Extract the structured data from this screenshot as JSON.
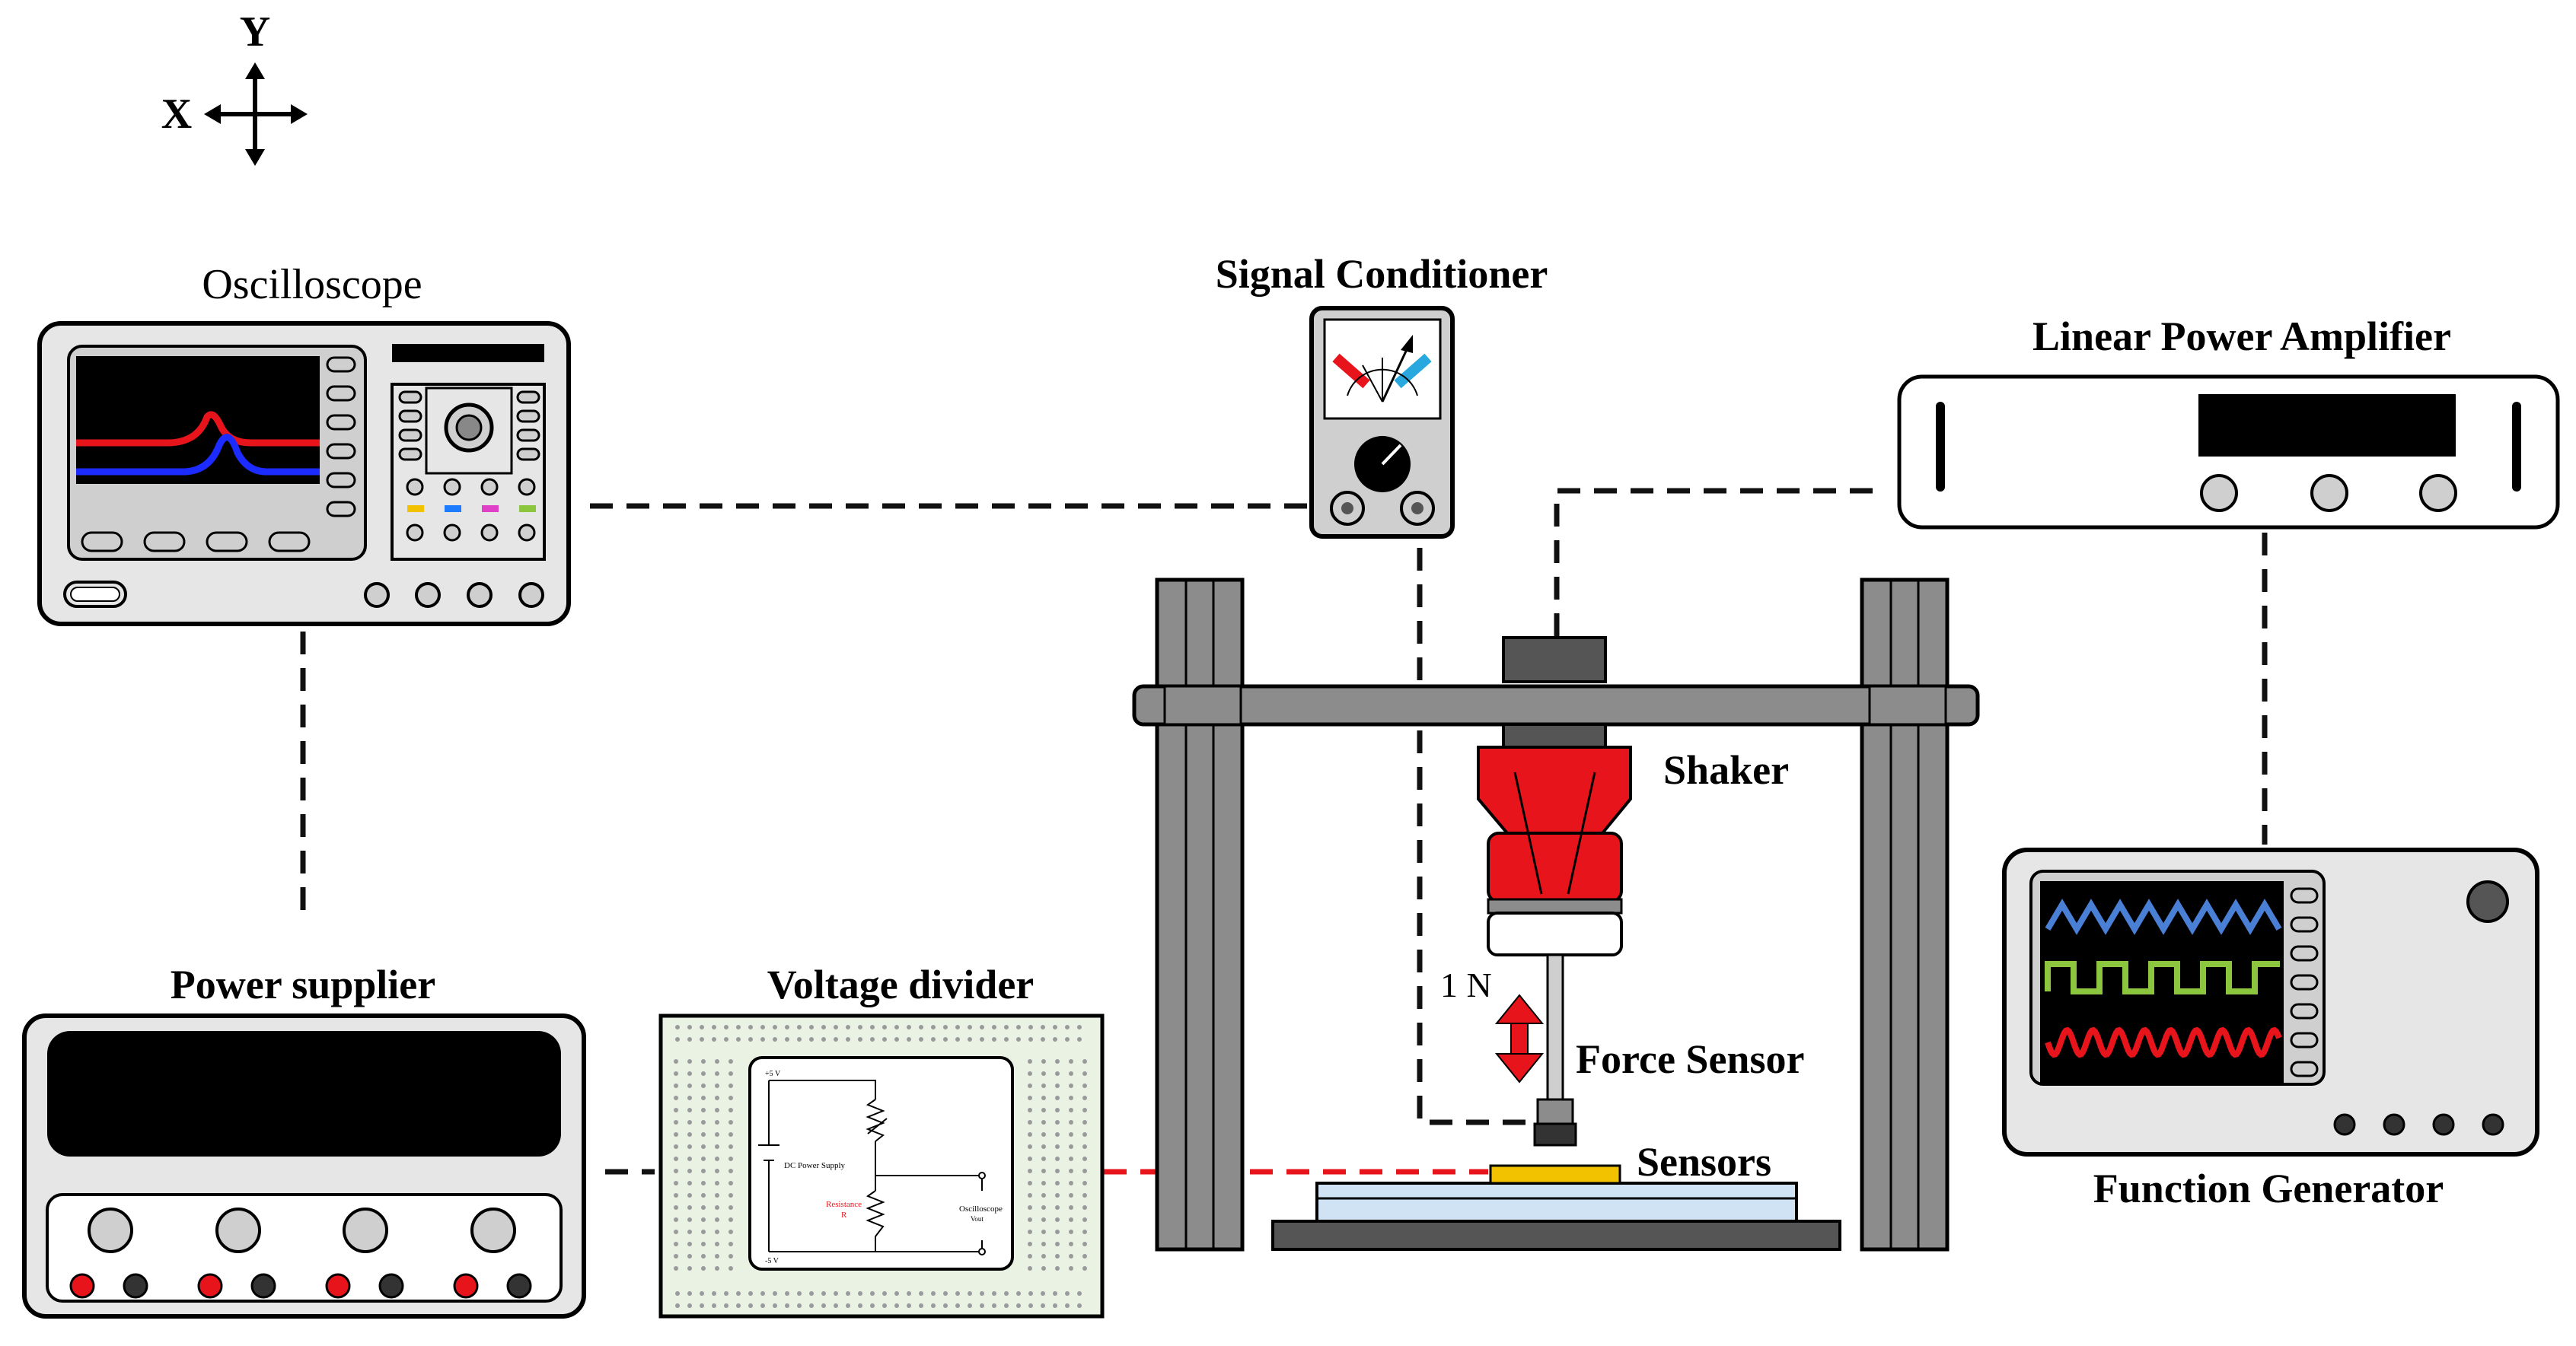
{
  "axes": {
    "y": "Y",
    "x": "X"
  },
  "labels": {
    "oscilloscope": "Oscilloscope",
    "signal_conditioner": "Signal Conditioner",
    "linear_power_amplifier": "Linear Power Amplifier",
    "shaker": "Shaker",
    "force_sensor": "Force Sensor",
    "force_value": "1 N",
    "sensors": "Sensors",
    "power_supplier": "Power supplier",
    "voltage_divider": "Voltage divider",
    "function_generator": "Function Generator"
  },
  "circuit": {
    "supply_top": "+5 V",
    "supply_bottom": "-5 V",
    "dc_power_supply": "DC Power Supply",
    "resistance": "Resistance",
    "resistance_sub": "R",
    "oscilloscope": "Oscilloscope",
    "vout": "Vout"
  },
  "colors": {
    "red": "#e8141b",
    "blue": "#1c2bff",
    "cyan": "#29a8e0",
    "green": "#8cc63f",
    "sky": "#4a7fd6",
    "yellow": "#f2c200",
    "magenta": "#e040c8",
    "frame": "#8c8c8c",
    "panel": "#e6e6e6"
  }
}
